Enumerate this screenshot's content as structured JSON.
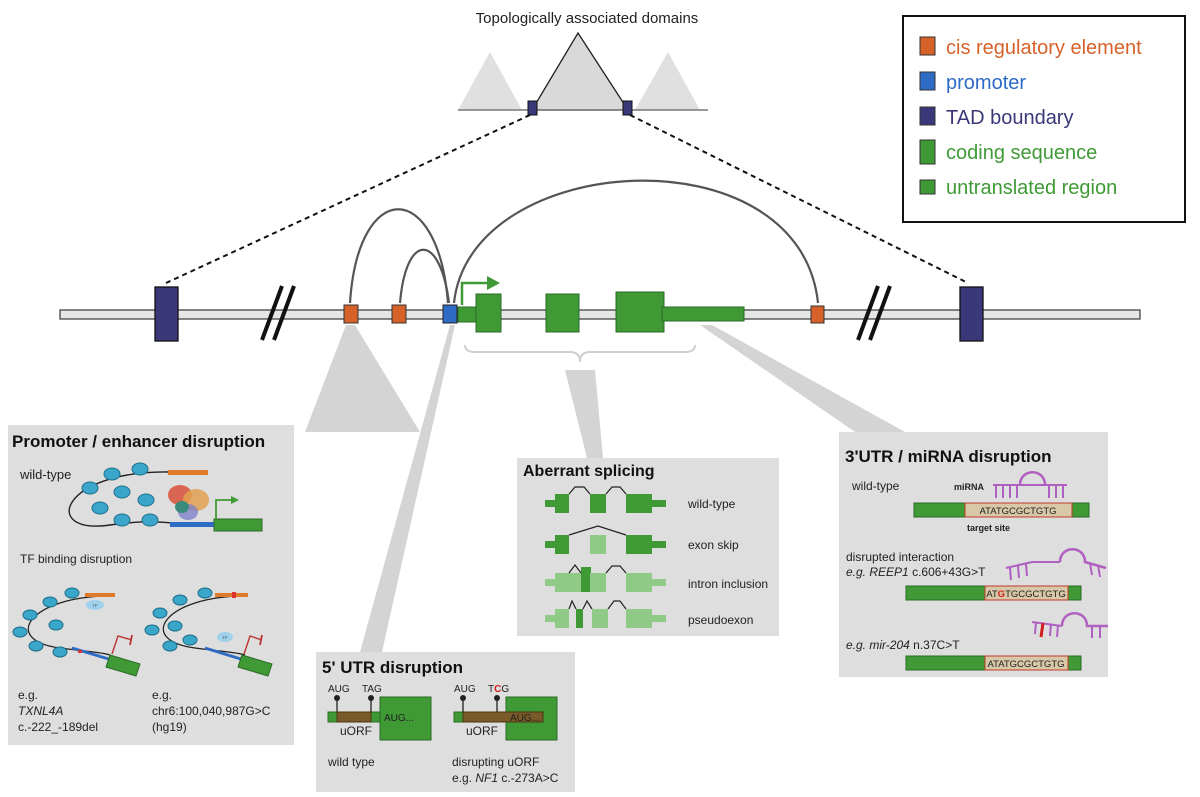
{
  "tad": {
    "title": "Topologically associated domains"
  },
  "legend": {
    "items": [
      {
        "label": "cis regulatory element",
        "color": "#d6622a"
      },
      {
        "label": "promoter",
        "color": "#2e6bc4"
      },
      {
        "label": "TAD boundary",
        "color": "#3a3878"
      },
      {
        "label": "coding sequence",
        "color": "#3f9a35"
      },
      {
        "label": "untranslated region",
        "color": "#3f9a35"
      }
    ]
  },
  "promoter_panel": {
    "title": "Promoter / enhancer disruption",
    "wildtype": "wild-type",
    "tf_binding": "TF binding disruption",
    "tf_label": "TF",
    "ex1": {
      "eg": "e.g.",
      "gene": "TXNL4A",
      "variant": "c.-222_-189del"
    },
    "ex2": {
      "eg": "e.g.",
      "variant": "chr6:100,040,987G>C",
      "build": "(hg19)"
    }
  },
  "utr5_panel": {
    "title": "5' UTR disruption",
    "aug": "AUG",
    "tag": "TAG",
    "tcg_pre": "T",
    "tcg_mid": "C",
    "tcg_post": "G",
    "aug_cont": "AUG...",
    "uorf": "uORF",
    "wildtype": "wild type",
    "disrupting": "disrupting uORF",
    "eg": "e.g.",
    "gene": "NF1",
    "variant": "c.-273A>C"
  },
  "splicing_panel": {
    "title": "Aberrant splicing",
    "rows": [
      "wild-type",
      "exon skip",
      "intron inclusion",
      "pseudoexon"
    ]
  },
  "utr3_panel": {
    "title": "3'UTR / miRNA disruption",
    "wildtype": "wild-type",
    "mirna": "miRNA",
    "target_site": "target site",
    "seq_wt": "ATATGCGCTGTG",
    "disrupted": "disrupted interaction",
    "ex1": {
      "eg": "e.g.",
      "gene": "REEP1",
      "variant": "c.606+43G>T"
    },
    "seq_mut_pre": "AT",
    "seq_mut_mid": "G",
    "seq_mut_post": "TGCGCTGTG",
    "ex2": {
      "eg": "e.g.",
      "gene": "mir-204",
      "variant": "n.37C>T"
    },
    "seq_wt2": "ATATGCGCTGTG"
  }
}
